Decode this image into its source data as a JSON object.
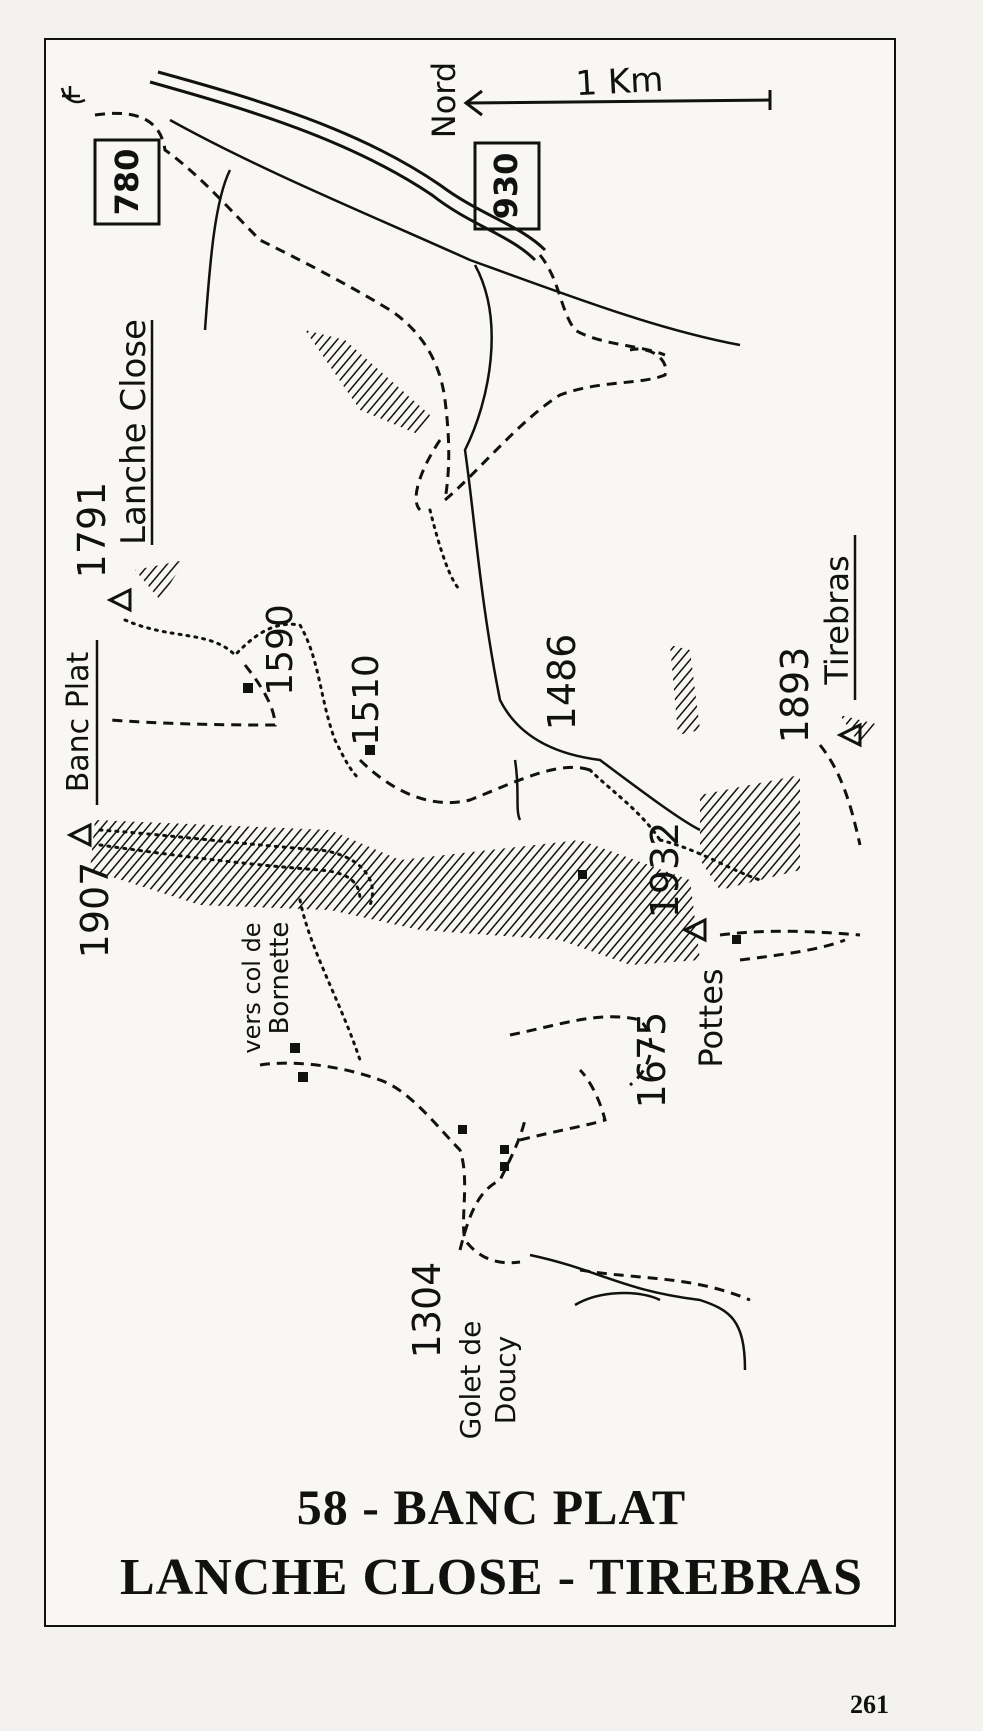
{
  "map": {
    "scale_label": "1 Km",
    "north_label": "Nord",
    "road_numbers": [
      "780",
      "930"
    ],
    "summits": [
      {
        "altitude": "1791",
        "name": "Lanche Close"
      },
      {
        "altitude": "1907",
        "name": "Banc Plat"
      },
      {
        "altitude": "1893",
        "name": "Tirebras"
      },
      {
        "altitude": "1932",
        "name": ""
      },
      {
        "altitude": "1675",
        "name": "Pottes"
      }
    ],
    "spot_heights": [
      "1590",
      "1510",
      "1486",
      "1304"
    ],
    "annotations": {
      "col_line1": "vers col de",
      "col_line2": "Bornette",
      "golet_line1": "Golet de",
      "golet_line2": "Doucy"
    }
  },
  "caption": {
    "line1": "58  -  BANC PLAT",
    "line2": "LANCHE CLOSE - TIREBRAS"
  },
  "page_number": "261"
}
